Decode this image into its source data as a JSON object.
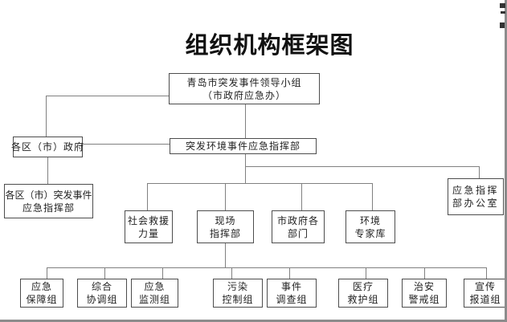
{
  "title": "组织机构框架图",
  "nodes": {
    "leader": {
      "line1": "青岛市突发事件领导小组",
      "line2": "（市政府应急办）"
    },
    "district_gov": {
      "line1": "各区（市）政府"
    },
    "env_hq": {
      "line1": "突发环境事件应急指挥部"
    },
    "district_hq": {
      "line1": "各区（市）突发事件",
      "line2": "应急指挥部"
    },
    "hq_office": {
      "line1": "应急指挥",
      "line2": "部办公室"
    },
    "social_rescue": {
      "line1": "社会救援",
      "line2": "力量"
    },
    "scene_hq": {
      "line1": "现场",
      "line2": "指挥部"
    },
    "gov_departments": {
      "line1": "市政府各",
      "line2": "部门"
    },
    "env_experts": {
      "line1": "环境",
      "line2": "专家库"
    },
    "teams": [
      {
        "line1": "应急",
        "line2": "保障组"
      },
      {
        "line1": "综合",
        "line2": "协调组"
      },
      {
        "line1": "应急",
        "line2": "监测组"
      },
      {
        "line1": "污染",
        "line2": "控制组"
      },
      {
        "line1": "事件",
        "line2": "调查组"
      },
      {
        "line1": "医疗",
        "line2": "救护组"
      },
      {
        "line1": "治安",
        "line2": "警戒组"
      },
      {
        "line1": "宣传",
        "line2": "报道组"
      }
    ]
  },
  "colors": {
    "background": "#ffffff",
    "connector_line": "#808080",
    "box_border": "#4d4d4d",
    "text": "#222222"
  }
}
